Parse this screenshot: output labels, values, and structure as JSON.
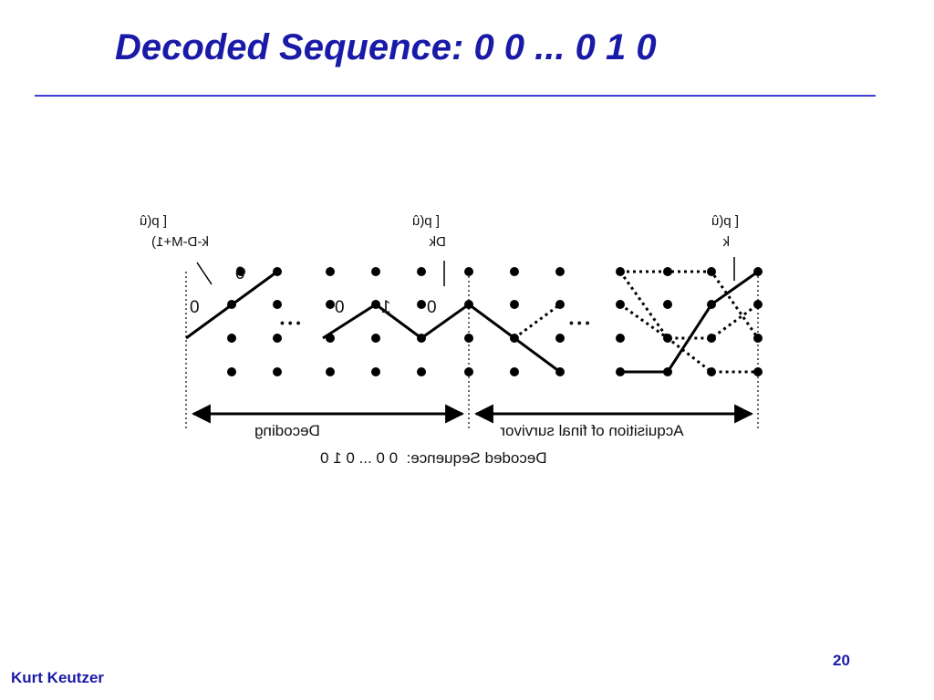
{
  "slide": {
    "title": "Decoded Sequence:  0 0 ... 0 1 0",
    "author": "Kurt Keutzer",
    "page_number": "20"
  },
  "diagram": {
    "labels": {
      "top_left": "[ p(û",
      "top_left_sub": "k-D-M+1)",
      "top_mid": "[ p(û",
      "top_mid_sub": "Dk",
      "top_right": "[ p(û",
      "top_right_sub": "k",
      "bit_0_a": "0",
      "bit_0_b": "0",
      "bit_0_c": "0",
      "bit_1": "1",
      "bit_0_d": "0",
      "ellipsis_1": "• • •",
      "ellipsis_2": "• • •",
      "decoding": "Decoding",
      "acquisition": "Acquisition of final survivor",
      "decoded_sequence": "Decoded Sequence:  0 0 ... 0 1 0"
    },
    "colors": {
      "path": "#000000",
      "node": "#000000"
    }
  }
}
